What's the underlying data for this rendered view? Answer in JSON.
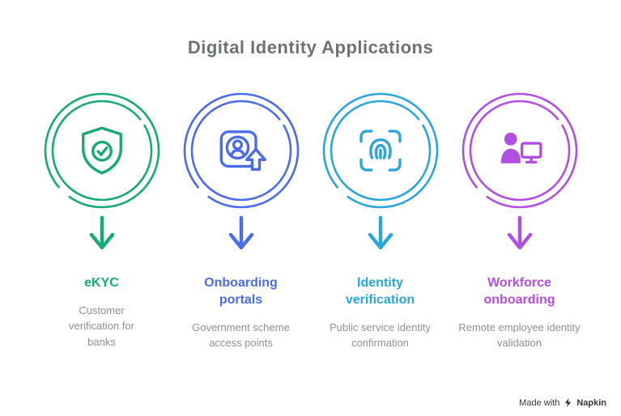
{
  "title": "Digital Identity Applications",
  "items": [
    {
      "title": "eKYC",
      "description": "Customer verification for banks",
      "color": "#17ab72",
      "icon": "shield-check-icon"
    },
    {
      "title": "Onboarding portals",
      "description": "Government scheme access points",
      "color": "#4a6cea",
      "icon": "id-upload-icon"
    },
    {
      "title": "Identity verification",
      "description": "Public service identity confirmation",
      "color": "#2aa6db",
      "icon": "fingerprint-scan-icon"
    },
    {
      "title": "Workforce onboarding",
      "description": "Remote employee identity validation",
      "color": "#b14fe0",
      "icon": "person-monitor-icon"
    }
  ],
  "footer": {
    "made_with": "Made with",
    "brand": "Napkin"
  }
}
